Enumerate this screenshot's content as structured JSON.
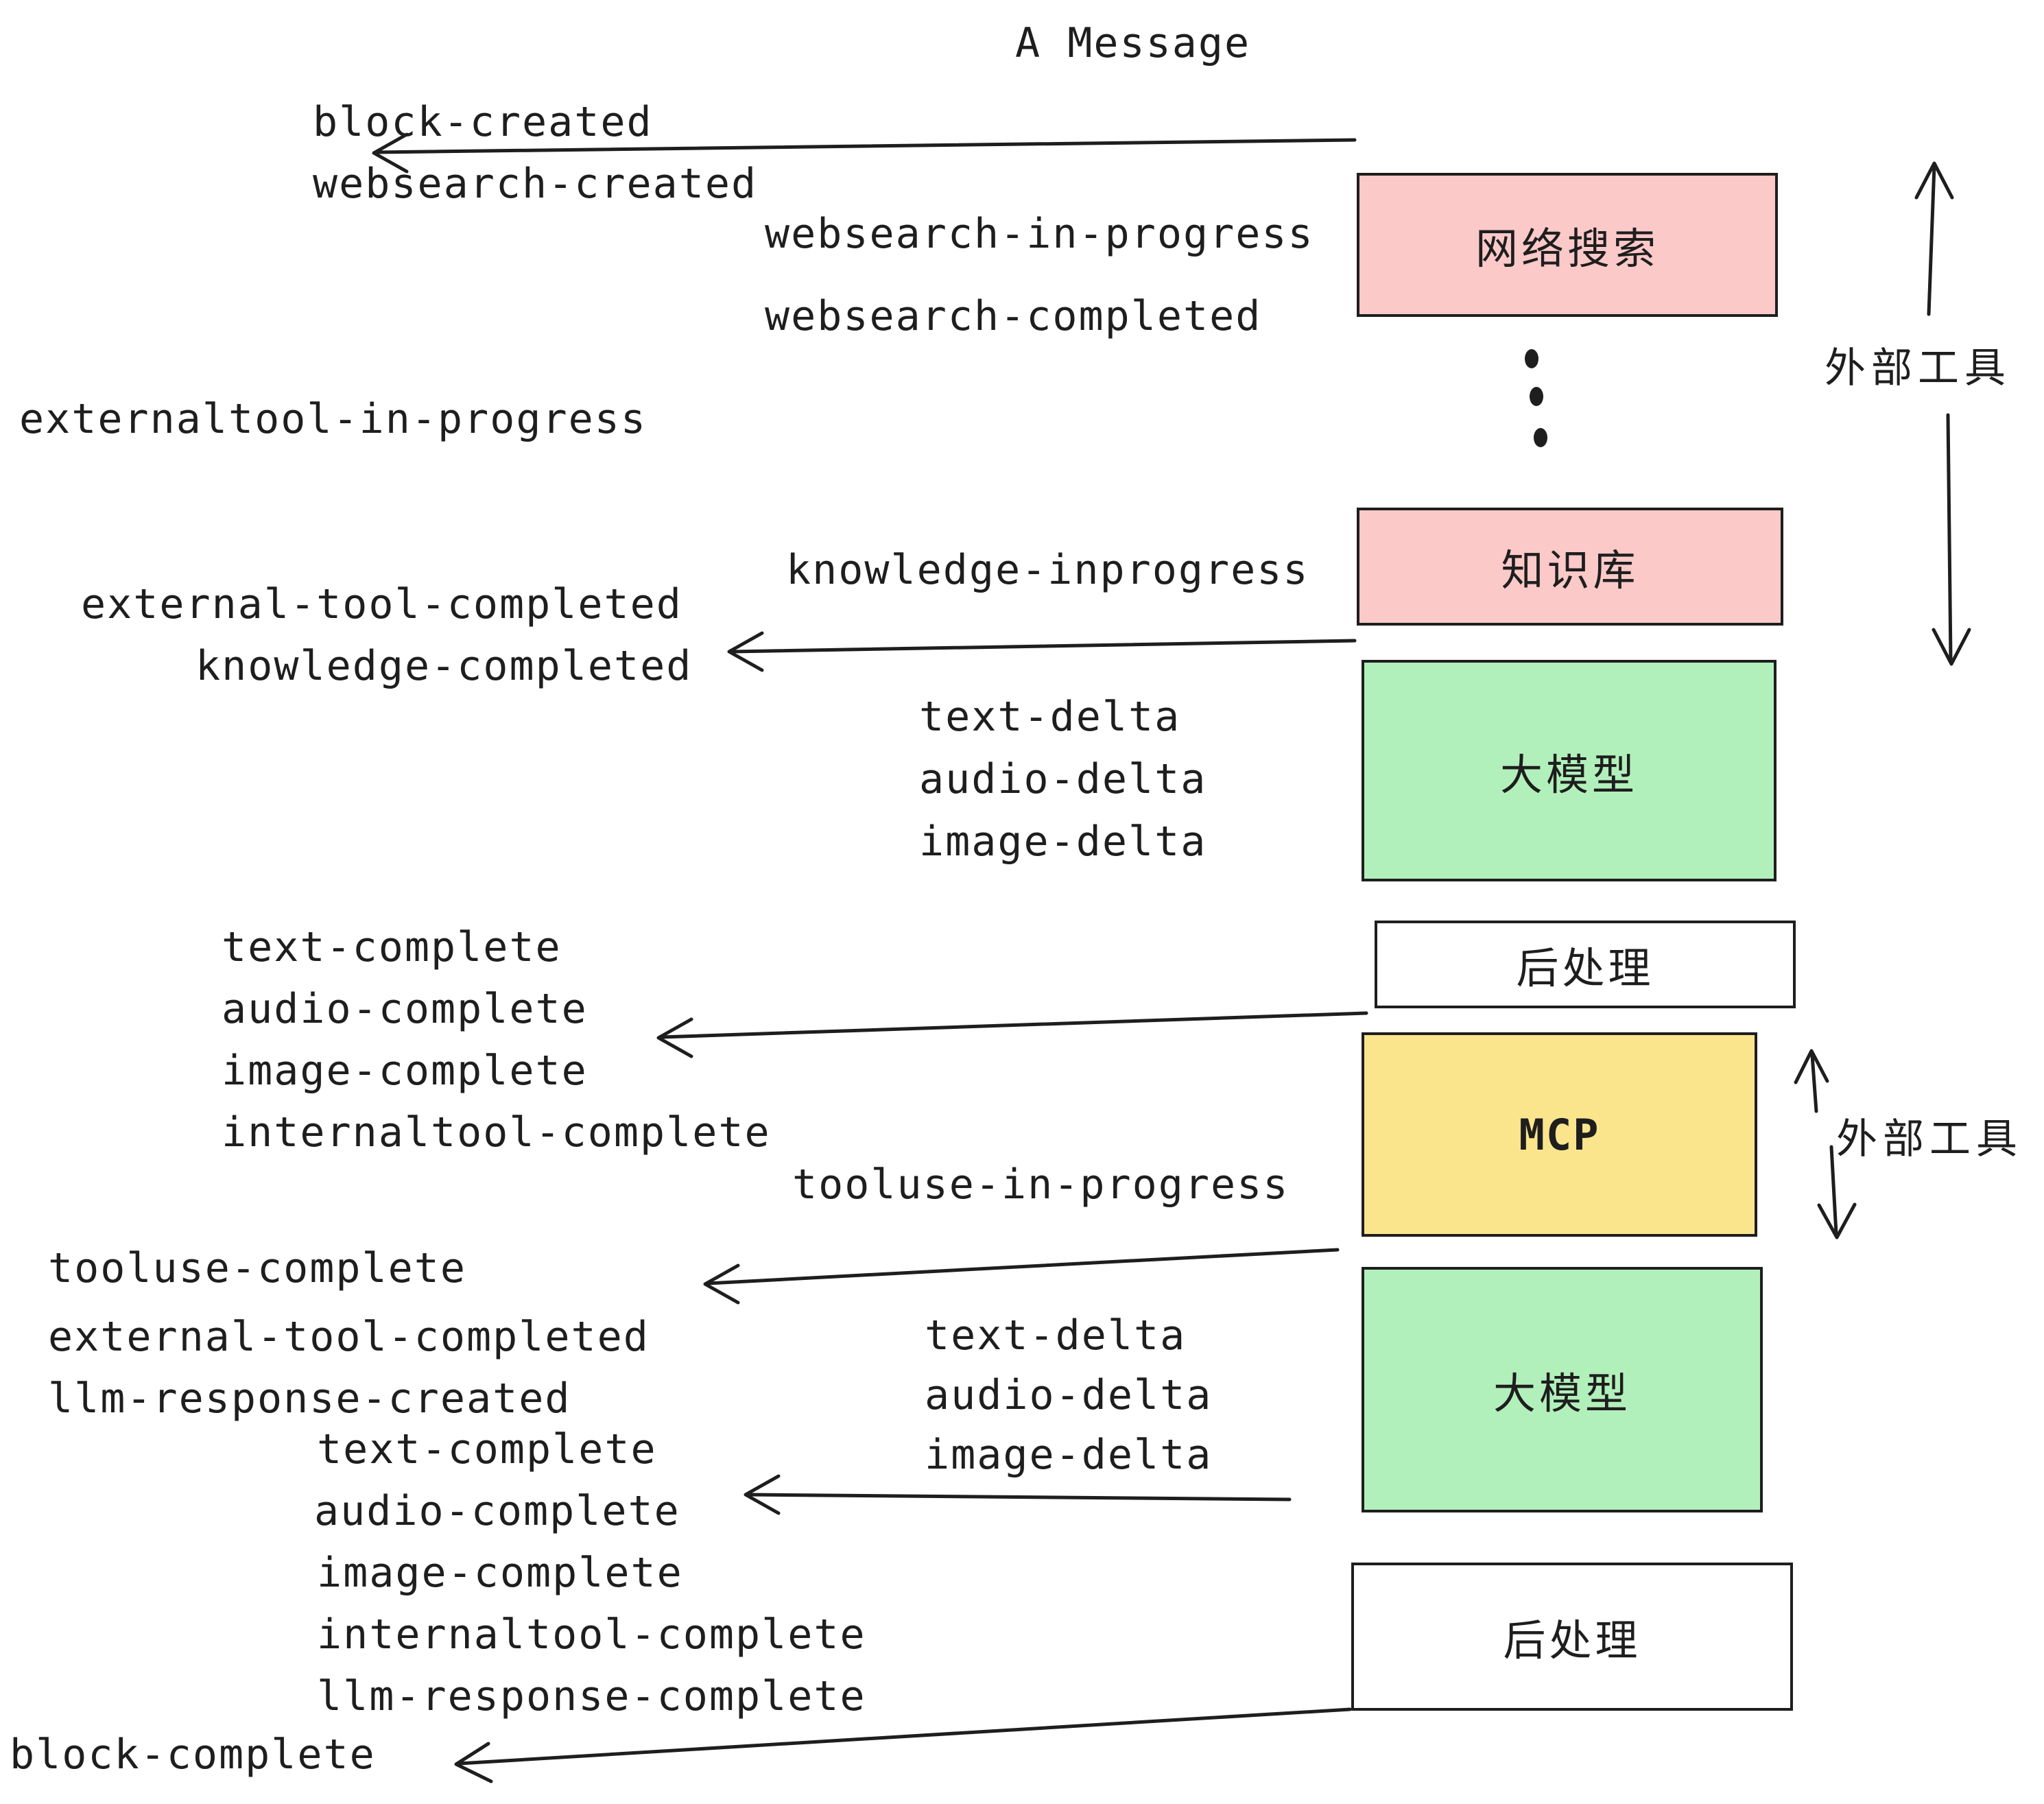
{
  "title": "A Message",
  "colors": {
    "pink": "#fcc9c9",
    "green": "#b2f0bb",
    "yellow": "#fae58c",
    "white": "#ffffff",
    "stroke": "#1e1e1e"
  },
  "boxes": {
    "websearch": {
      "label": "网络搜索"
    },
    "knowledge": {
      "label": "知识库"
    },
    "llm1": {
      "label": "大模型"
    },
    "post1": {
      "label": "后处理"
    },
    "mcp": {
      "label": "MCP"
    },
    "llm2": {
      "label": "大模型"
    },
    "post2": {
      "label": "后处理"
    }
  },
  "side_labels": {
    "external_tools_top": "外部工具",
    "external_tools_mid": "外部工具"
  },
  "events": {
    "block_created": "block-created",
    "websearch_created": "websearch-created",
    "websearch_in_progress": "websearch-in-progress",
    "websearch_completed": "websearch-completed",
    "externaltool_in_progress": "externaltool-in-progress",
    "knowledge_inprogress": "knowledge-inprogress",
    "external_tool_completed": "external-tool-completed",
    "knowledge_completed": "knowledge-completed",
    "text_delta_1": "text-delta",
    "audio_delta_1": "audio-delta",
    "image_delta_1": "image-delta",
    "text_complete_1": "text-complete",
    "audio_complete_1": "audio-complete",
    "image_complete_1": "image-complete",
    "internaltool_complete_1": "internaltool-complete",
    "tooluse_in_progress": "tooluse-in-progress",
    "tooluse_complete": "tooluse-complete",
    "external_tool_completed_2": "external-tool-completed",
    "llm_response_created": "llm-response-created",
    "text_delta_2": "text-delta",
    "audio_delta_2": "audio-delta",
    "image_delta_2": "image-delta",
    "text_complete_2": "text-complete",
    "audio_complete_2": "audio-complete",
    "image_complete_2": "image-complete",
    "internaltool_complete_2": "internaltool-complete",
    "llm_response_complete": "llm-response-complete",
    "block_complete": "block-complete"
  }
}
